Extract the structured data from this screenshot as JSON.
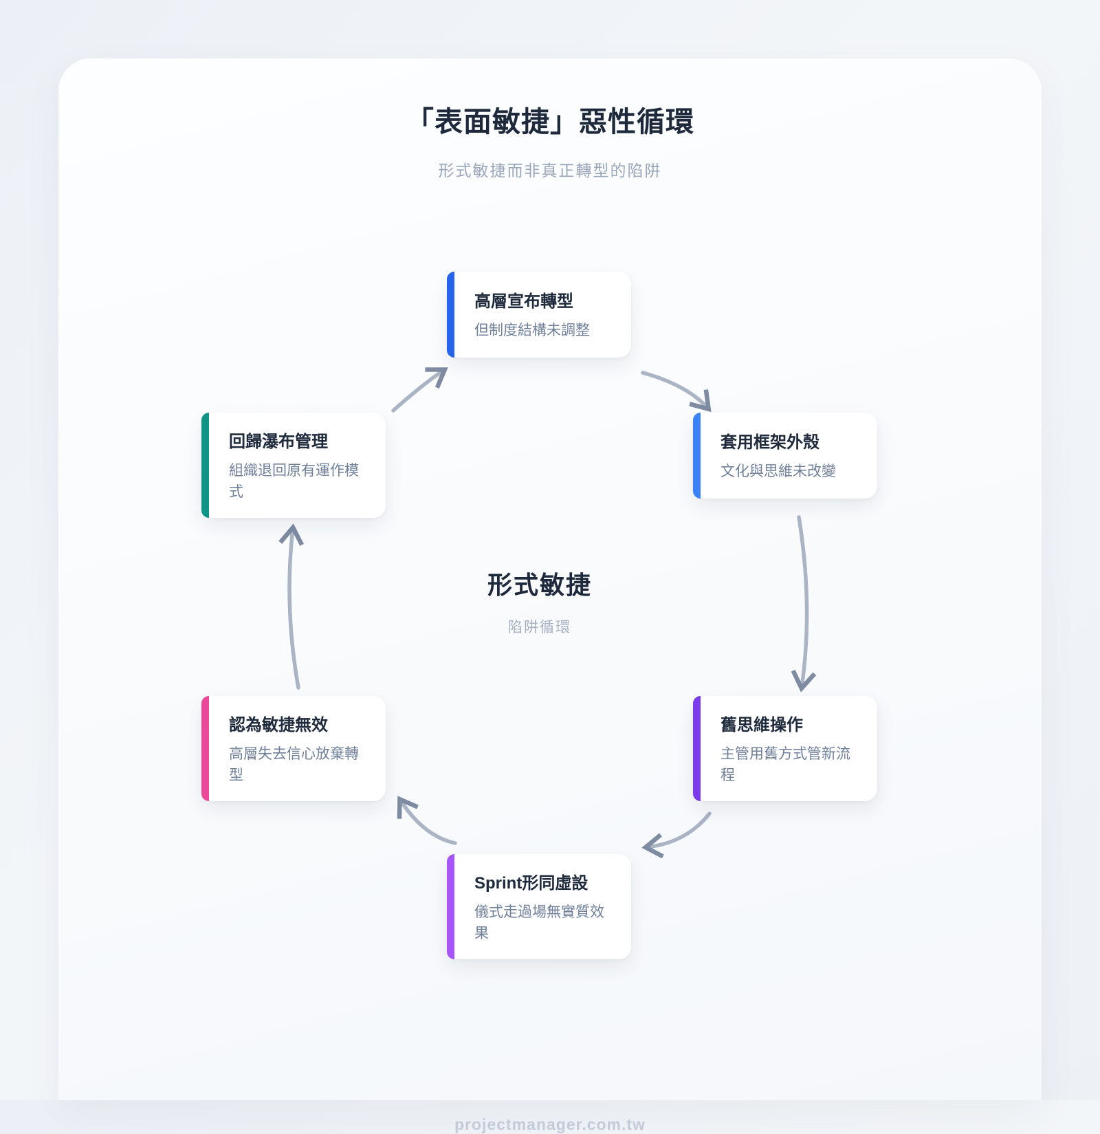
{
  "header": {
    "title": "「表面敏捷」惡性循環",
    "subtitle": "形式敏捷而非真正轉型的陷阱"
  },
  "center": {
    "title": "形式敏捷",
    "subtitle": "陷阱循環"
  },
  "nodes": [
    {
      "title": "高層宣布轉型",
      "desc": "但制度結構未調整",
      "accent": "#2563eb"
    },
    {
      "title": "套用框架外殼",
      "desc": "文化與思維未改變",
      "accent": "#3b82f6"
    },
    {
      "title": "舊思維操作",
      "desc": "主管用舊方式管新流程",
      "accent": "#7c3aed"
    },
    {
      "title": "Sprint形同虛設",
      "desc": "儀式走過場無實質效果",
      "accent": "#a855f7"
    },
    {
      "title": "認為敏捷無效",
      "desc": "高層失去信心放棄轉型",
      "accent": "#ec4899"
    },
    {
      "title": "回歸瀑布管理",
      "desc": "組織退回原有運作模式",
      "accent": "#0f9488"
    }
  ],
  "colors": {
    "arrow_stroke": "#aab4c4",
    "arrow_head": "#7e8ba1",
    "title_text": "#1e2a3b",
    "muted_text": "#9aa7ba"
  },
  "footer": {
    "site": "projectmanager.com.tw"
  }
}
